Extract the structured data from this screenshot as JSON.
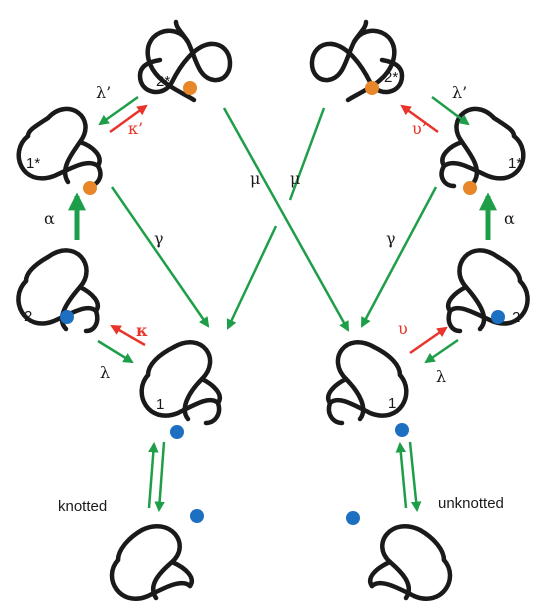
{
  "colors": {
    "green": "#1f9e49",
    "red": "#e8342b",
    "orange": "#e8872a",
    "blue": "#1d6fc2",
    "black": "#1a1a1a"
  },
  "knot_labels": {
    "left_2star": "2*",
    "left_1star": "1*",
    "left_2": "2",
    "left_1": "1",
    "right_2star": "2*",
    "right_1star": "1*",
    "right_2": "2",
    "right_1": "1"
  },
  "arrow_labels": {
    "left_lambda_prime": "λ’",
    "left_kappa_prime": "κ’",
    "left_alpha": "α",
    "left_gamma": "γ",
    "left_mu": "μ",
    "left_kappa": "κ",
    "left_lambda": "λ",
    "right_lambda_prime": "λ’",
    "right_upsilon_prime": "υ’",
    "right_alpha": "α",
    "right_gamma": "γ",
    "right_mu": "μ",
    "right_upsilon": "υ",
    "right_lambda": "λ"
  },
  "states": {
    "knotted": "knotted",
    "unknotted": "unknotted"
  }
}
